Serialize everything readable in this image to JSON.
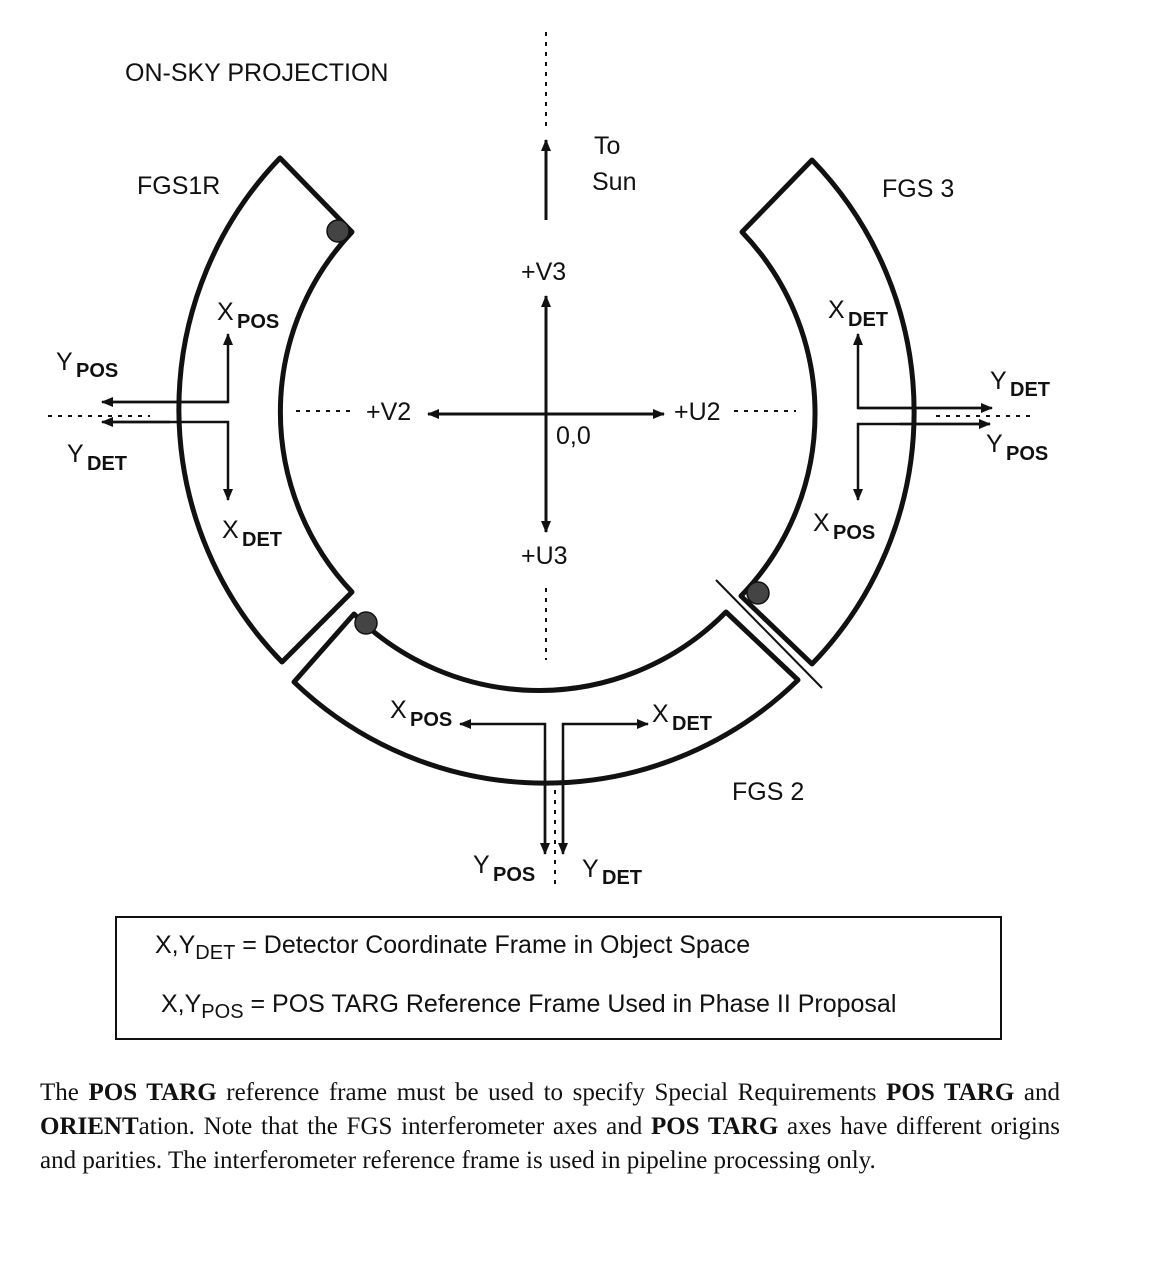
{
  "title": "ON-SKY PROJECTION",
  "sun": {
    "line1": "To",
    "line2": "Sun"
  },
  "fgs_labels": {
    "fgs1r": "FGS1R",
    "fgs2": "FGS 2",
    "fgs3": "FGS 3"
  },
  "axes": {
    "v3": "+V3",
    "v2": "+V2",
    "u2": "+U2",
    "u3": "+U3",
    "origin": "0,0"
  },
  "axis_labels": {
    "x": "X",
    "y": "Y",
    "pos": "POS",
    "det": "DET"
  },
  "legend": {
    "det_prefix": "X,Y",
    "det_sub": "DET",
    "det_text": " = Detector Coordinate Frame in Object Space",
    "pos_prefix": "X,Y",
    "pos_sub": "POS",
    "pos_text": " = POS TARG Reference Frame Used in Phase II Proposal"
  },
  "caption": {
    "t1": "The ",
    "b1": "POS TARG",
    "t2": " reference frame must be used to specify Special Requirements ",
    "b2": "POS TARG",
    "t3": " and ",
    "b3": "ORIENT",
    "t4": "ation. Note that the FGS interferometer axes and ",
    "b4": "POS TARG",
    "t5": " axes have different origins and parities. The interferometer reference frame is used in pipeline processing only."
  }
}
